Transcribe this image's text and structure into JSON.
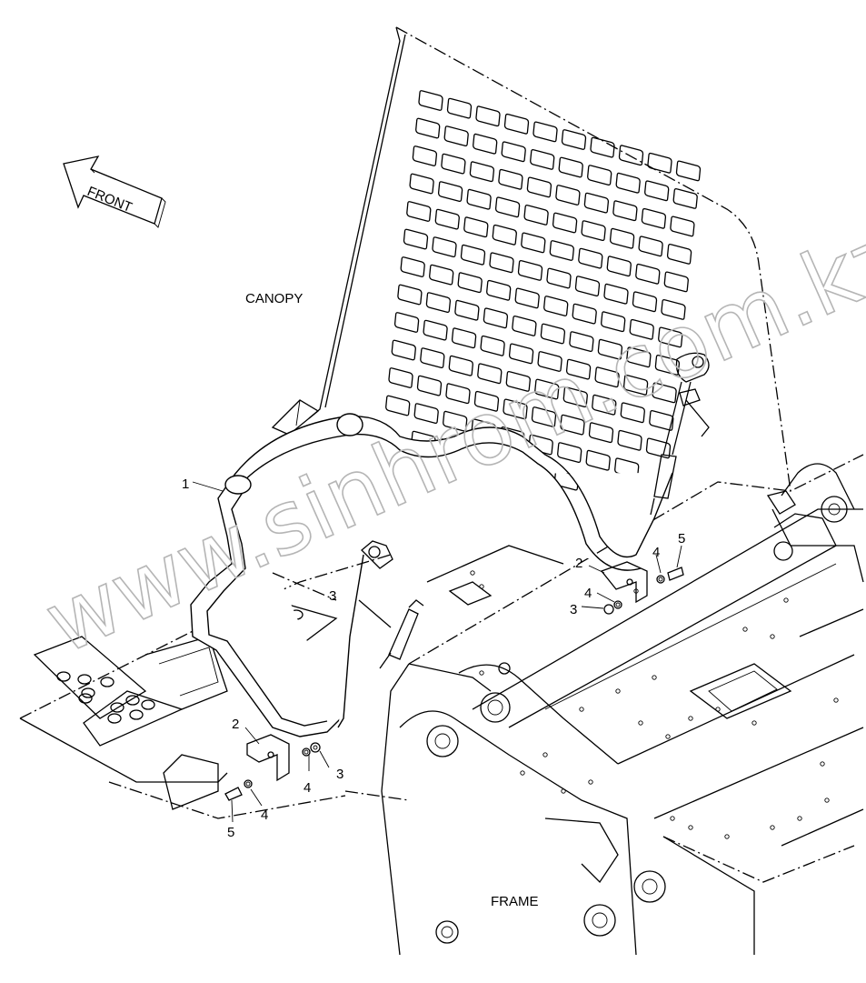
{
  "labels": {
    "canopy": "CANOPY",
    "frame": "FRAME",
    "front_arrow": "FRONT"
  },
  "callouts": {
    "c1": "1",
    "c2a": "2",
    "c2b": "2",
    "c3a": "3",
    "c3b": "3",
    "c3c": "3",
    "c4a": "4",
    "c4b": "4",
    "c4c": "4",
    "c4d": "4",
    "c5a": "5",
    "c5b": "5"
  },
  "watermark": "www.sinhrom.com.kz"
}
